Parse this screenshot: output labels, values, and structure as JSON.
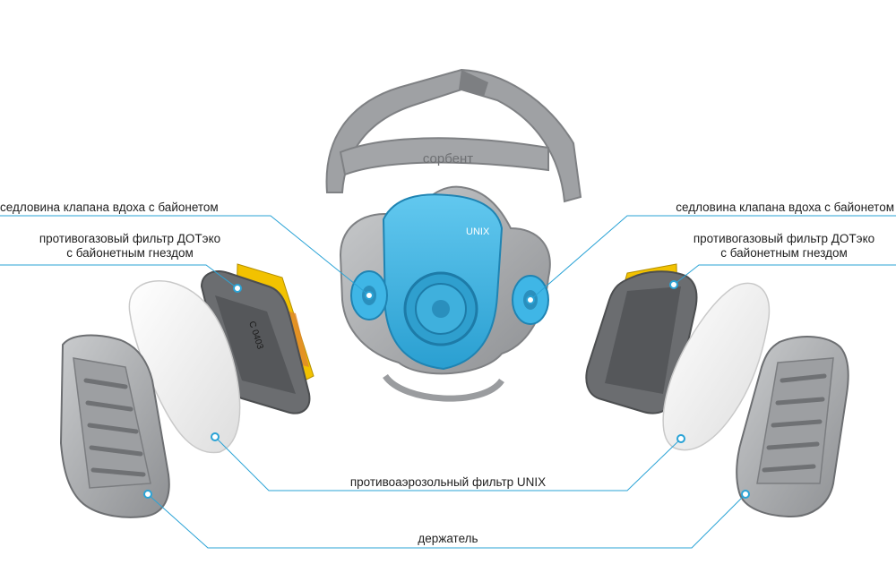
{
  "labels": {
    "valve_seat_left": "седловина клапана вдоха с байонетом",
    "valve_seat_right": "седловина клапана вдоха с байонетом",
    "gas_filter_left_line1": "противогазовый фильтр ДОТэко",
    "gas_filter_left_line2": "с байонетным гнездом",
    "gas_filter_right_line1": "противогазовый фильтр ДОТэко",
    "gas_filter_right_line2": "с байонетным гнездом",
    "aerosol_filter": "противоаэрозольный фильтр UNIX",
    "holder": "держатель"
  },
  "product_text": {
    "strap_brand": "сорбент",
    "mask_brand": "UNIX",
    "filter_marking": "C 0403"
  },
  "colors": {
    "leader_line": "#2aa3d6",
    "mask_blue": "#3fb6e6",
    "mask_grey": "#a7a9ab",
    "strap_grey": "#8d8f91",
    "filter_label_yellow": "#f2c200",
    "filter_label_orange": "#e08a2a"
  }
}
